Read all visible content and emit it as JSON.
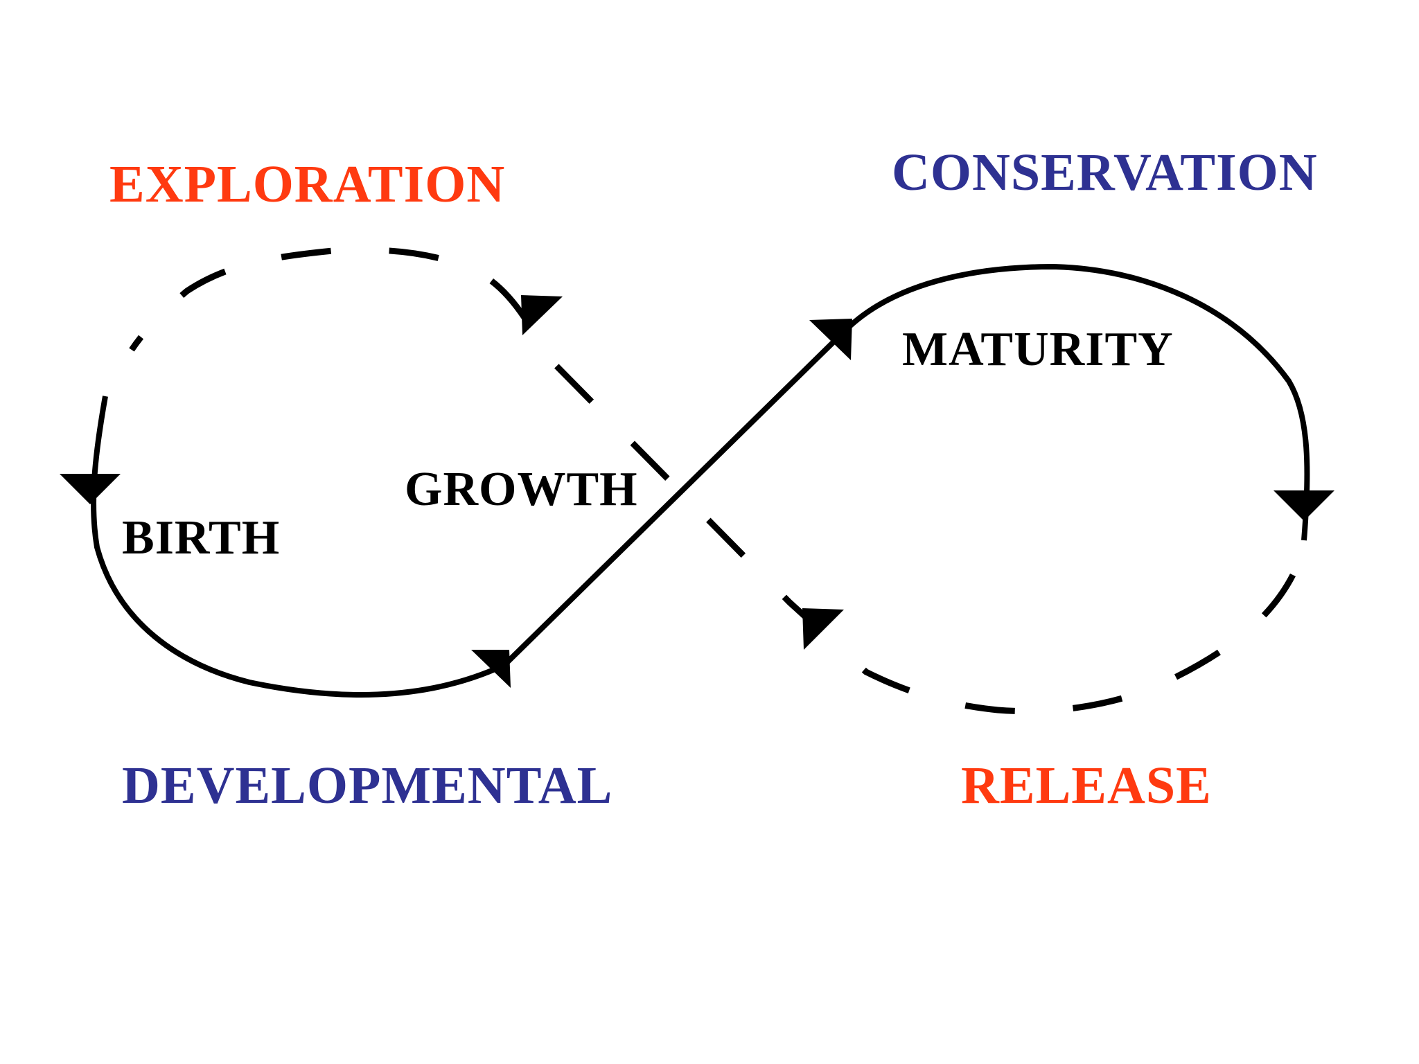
{
  "labels": {
    "exploration": "EXPLORATION",
    "conservation": "CONSERVATION",
    "developmental": "DEVELOPMENTAL",
    "release": "RELEASE",
    "maturity": "MATURITY",
    "growth": "GROWTH",
    "birth": "BIRTH"
  },
  "colors": {
    "exploration": "#ff3a10",
    "release": "#ff3a10",
    "conservation": "#2e3192",
    "developmental": "#2e3192",
    "stage_text": "#000000",
    "lines": "#000000",
    "background": "#ffffff"
  },
  "diagram": {
    "shape": "figure-eight loop",
    "solid_path": [
      "birth",
      "growth",
      "maturity"
    ],
    "dashed_path": [
      "release",
      "exploration"
    ]
  }
}
